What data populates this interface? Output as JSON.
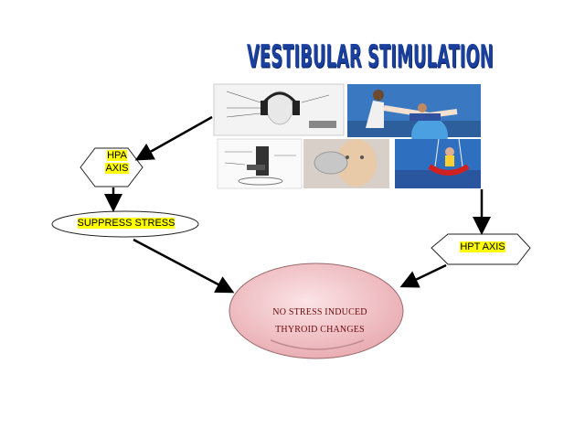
{
  "title": "VESTIBULAR  STIMULATION",
  "nodes": {
    "hpa_axis": [
      "HPA",
      "AXIS"
    ],
    "suppress_stress": "SUPPRESS STRESS",
    "hpt_axis": "HPT AXIS",
    "outcome": [
      "NO STRESS INDUCED",
      "THYROID CHANGES"
    ]
  },
  "colors": {
    "title": "#1a3f9c",
    "highlight": "#ffff00",
    "outcome_fill": "#f2c4c8",
    "outcome_text": "#6b0a0a"
  },
  "photos": [
    "headphones-apparatus",
    "therapist-with-child-on-ball",
    "rotating-chair-schematic",
    "mannequin-head-with-ear-device",
    "child-on-swing"
  ]
}
